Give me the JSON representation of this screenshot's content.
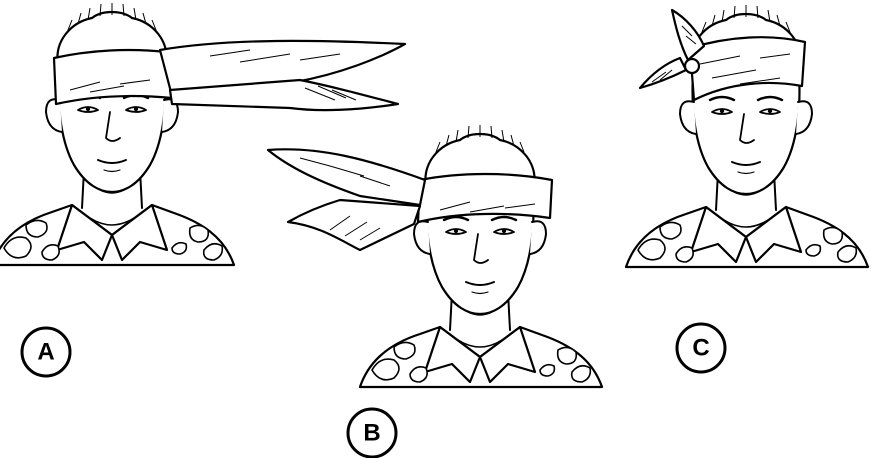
{
  "figure": {
    "panels": [
      {
        "id": "A",
        "label": "A",
        "step": "bandage-tails-extended-right"
      },
      {
        "id": "B",
        "label": "B",
        "step": "bandage-tails-extended-left"
      },
      {
        "id": "C",
        "label": "C",
        "step": "bandage-tied-knot-left"
      }
    ]
  }
}
